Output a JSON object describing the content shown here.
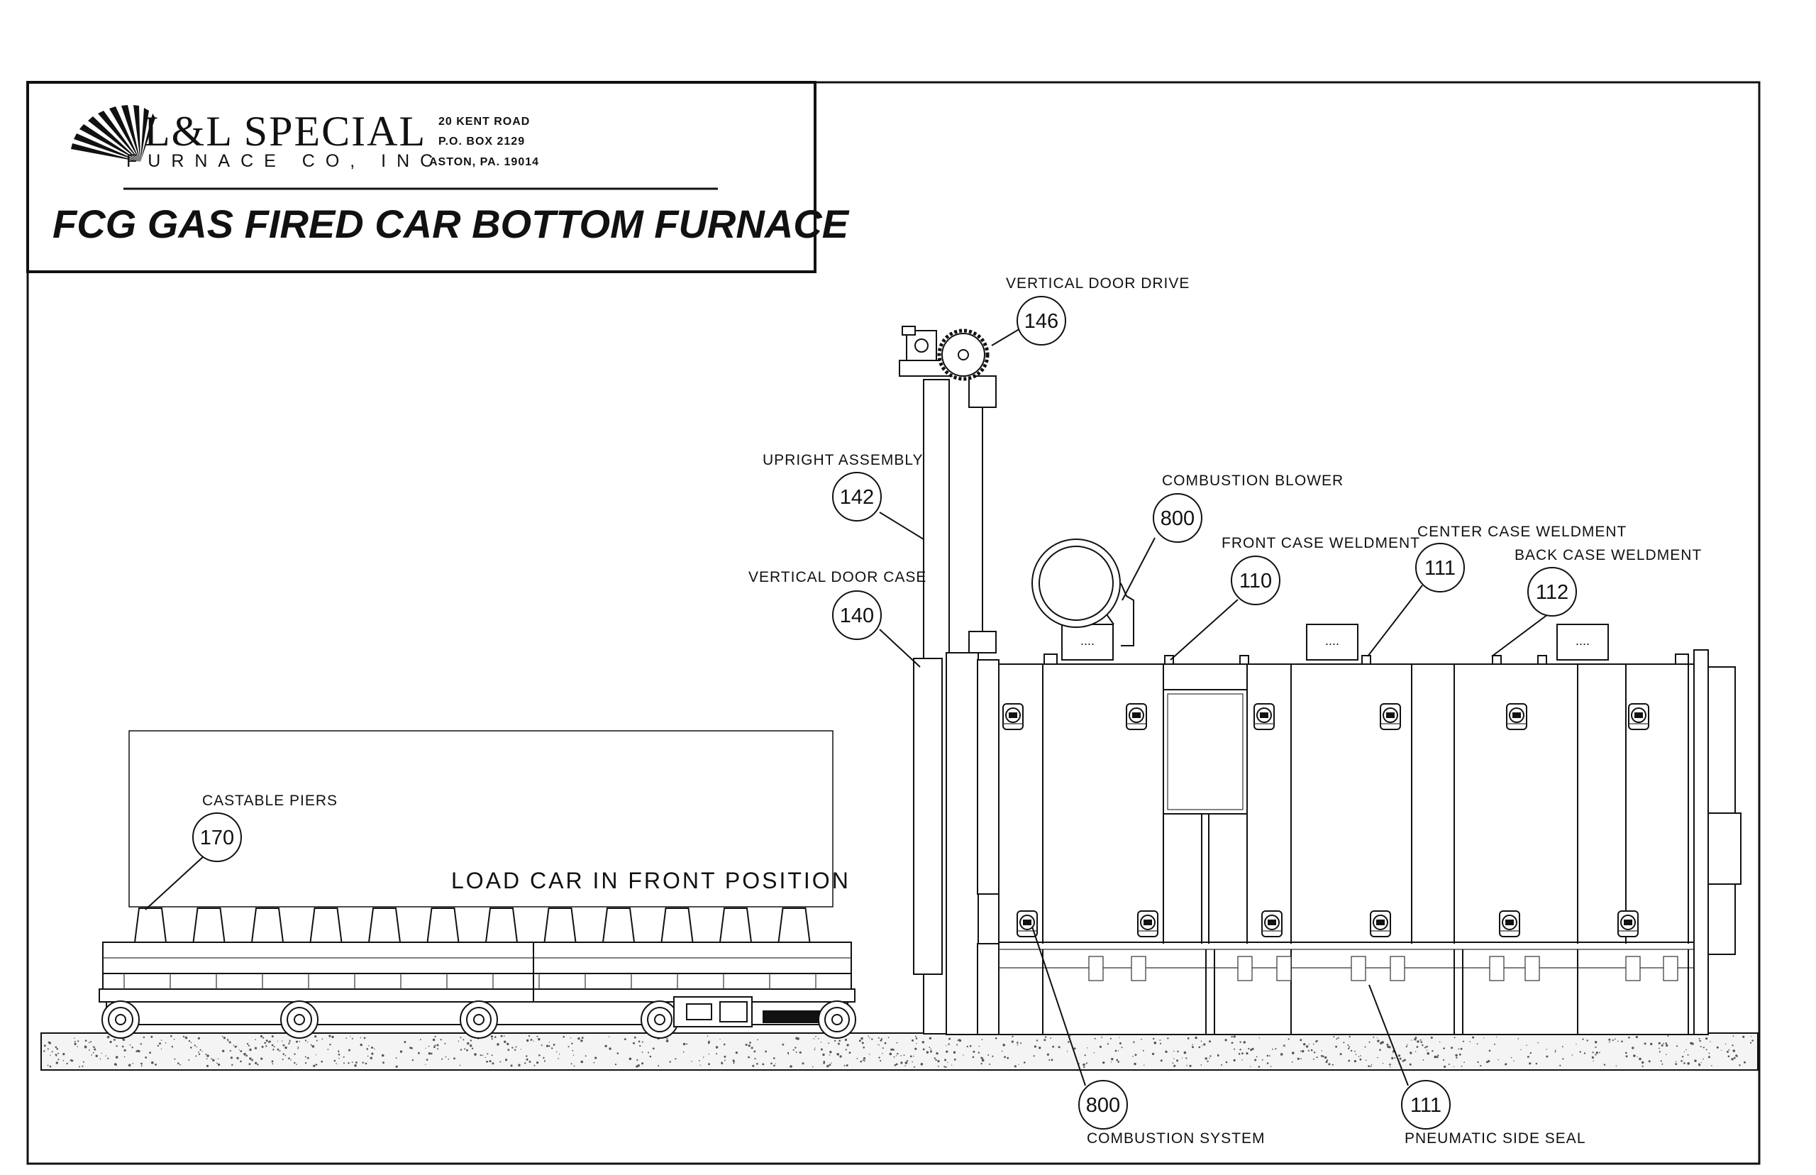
{
  "title_block": {
    "company_line1": "L&L SPECIAL",
    "company_line2": "FURNACE CO, INC",
    "address": [
      "20 KENT ROAD",
      "P.O. BOX 2129",
      "ASTON, PA. 19014"
    ],
    "drawing_title": "FCG GAS FIRED CAR BOTTOM FURNACE"
  },
  "callouts": [
    {
      "number": "146",
      "label": "VERTICAL DOOR DRIVE"
    },
    {
      "number": "142",
      "label": "UPRIGHT ASSEMBLY"
    },
    {
      "number": "140",
      "label": "VERTICAL DOOR CASE"
    },
    {
      "number": "800",
      "label": "COMBUSTION BLOWER"
    },
    {
      "number": "110",
      "label": "FRONT CASE WELDMENT"
    },
    {
      "number": "111",
      "label": "CENTER CASE WELDMENT"
    },
    {
      "number": "112",
      "label": "BACK CASE WELDMENT"
    },
    {
      "number": "170",
      "label": "CASTABLE PIERS"
    },
    {
      "number": "800",
      "label": "COMBUSTION SYSTEM"
    },
    {
      "number": "111",
      "label": "PNEUMATIC SIDE SEAL"
    }
  ],
  "load_car_note": "LOAD CAR IN FRONT POSITION",
  "panel_dots": "....",
  "colors": {
    "line": "#111111",
    "background": "#ffffff"
  }
}
